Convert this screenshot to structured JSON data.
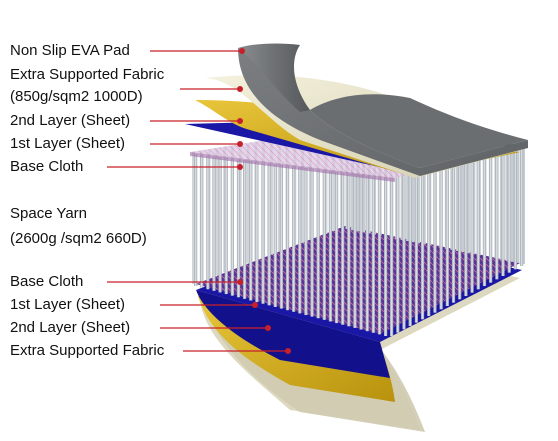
{
  "labels": {
    "eva_pad": "Non Slip EVA Pad",
    "top_fabric_line1": "Extra Supported Fabric",
    "top_fabric_line2": "(850g/sqm2 1000D)",
    "top_2nd_layer": "2nd Layer (Sheet)",
    "top_1st_layer": "1st Layer (Sheet)",
    "top_base_cloth": "Base Cloth",
    "space_yarn_line1": "Space Yarn",
    "space_yarn_line2": "(2600g /sqm2 660D)",
    "bottom_base_cloth": "Base Cloth",
    "bottom_1st_layer": "1st  Layer (Sheet)",
    "bottom_2nd_layer": "2nd Layer (Sheet)",
    "bottom_fabric": "Extra Supported Fabric"
  },
  "colors": {
    "eva_pad": "#6f7275",
    "fabric_cream": "#e8e4cc",
    "sheet_yellow": "#d9b21e",
    "sheet_blue": "#15139e",
    "base_cloth": "#5c2f9a",
    "yarn": "#b9c0c7",
    "leader_line": "#c8202a"
  }
}
